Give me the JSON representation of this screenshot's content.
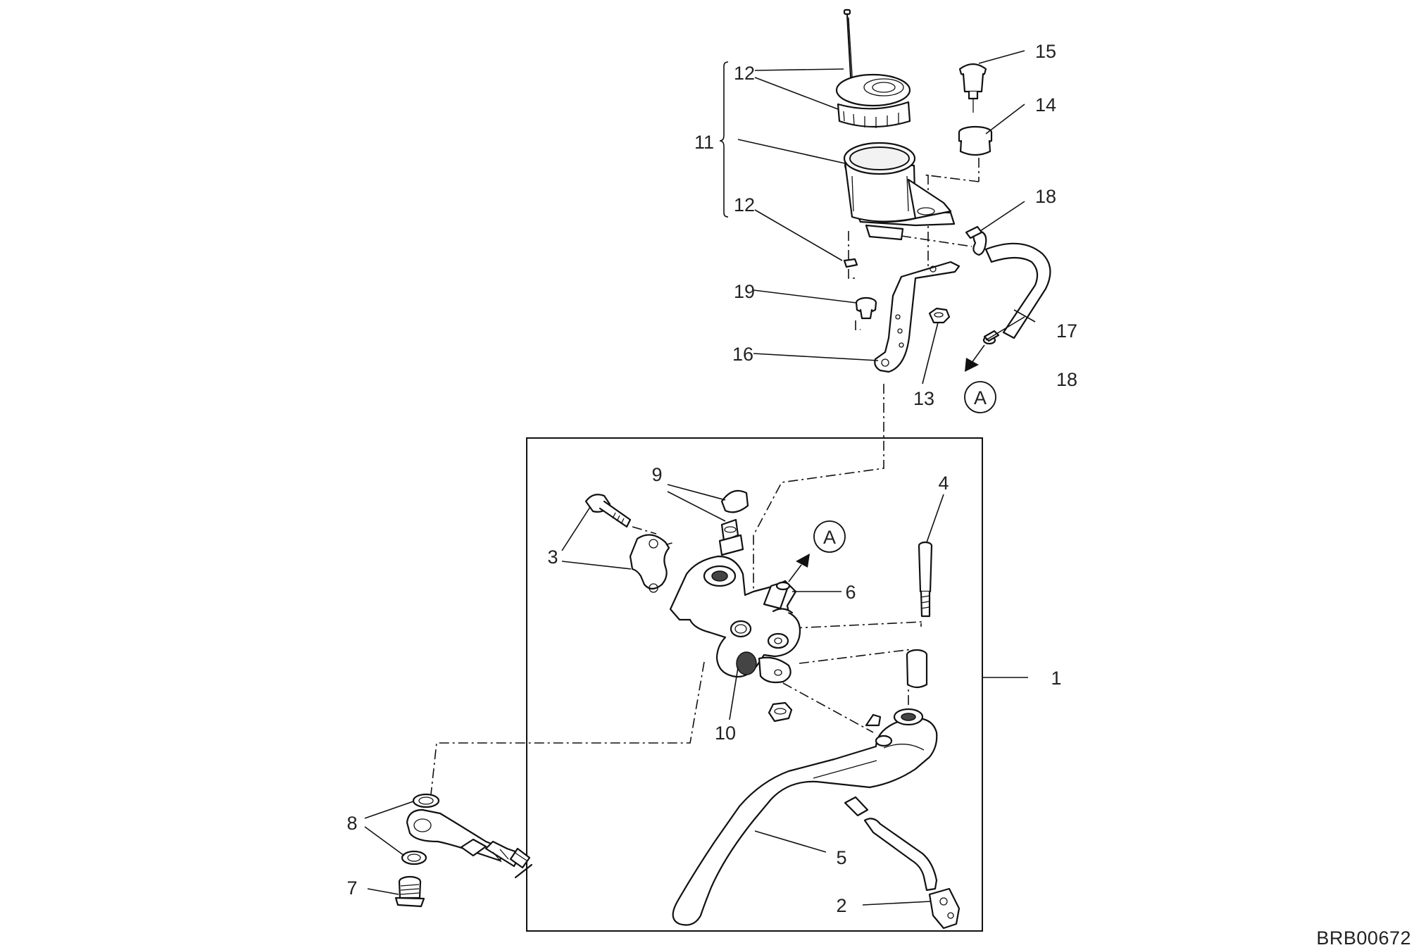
{
  "reference_code": "BRB00672",
  "connector_marker": "A",
  "callouts": {
    "c1": "1",
    "c2": "2",
    "c3": "3",
    "c4": "4",
    "c5": "5",
    "c6": "6",
    "c7": "7",
    "c8": "8",
    "c9": "9",
    "c10": "10",
    "c11": "11",
    "c12a": "12",
    "c12b": "12",
    "c13": "13",
    "c14": "14",
    "c15": "15",
    "c16": "16",
    "c17": "17",
    "c18a": "18",
    "c18b": "18",
    "c19": "19"
  }
}
